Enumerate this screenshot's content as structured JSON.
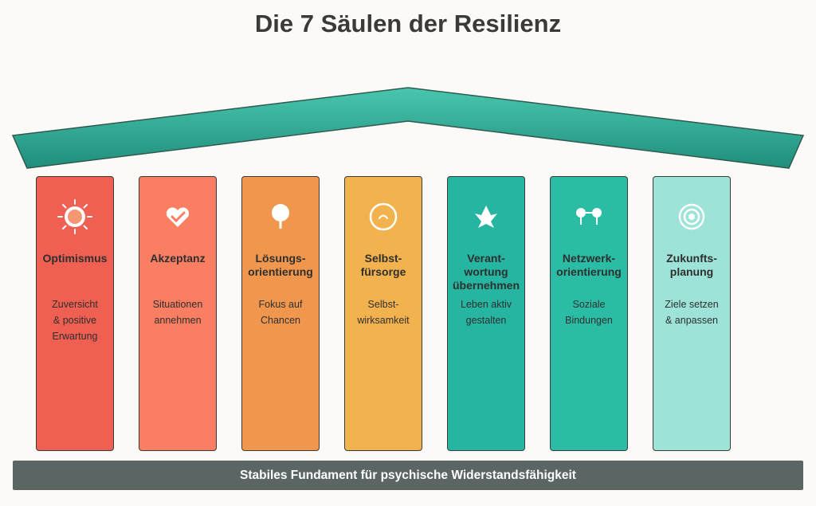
{
  "title": "Die 7 Säulen der Resilienz",
  "colors": {
    "roof": "#2aa891",
    "foundation": "#5b6564"
  },
  "pillars": [
    {
      "name": "Optimismus",
      "desc": "Zuversicht\n& positive\nErwartung",
      "color": "#ef5f52",
      "icon": "sun-icon"
    },
    {
      "name": "Akzeptanz",
      "desc": "Situationen\nannehmen",
      "color": "#f97e62",
      "icon": "heart-check-icon"
    },
    {
      "name": "Lösungs-\norientierung",
      "desc": "Fokus auf\nChancen",
      "color": "#f0974d",
      "icon": "lightbulb-icon"
    },
    {
      "name": "Selbst-\nfürsorge",
      "desc": "Selbst-\nwirksamkeit",
      "color": "#f2b24e",
      "icon": "smile-icon"
    },
    {
      "name": "Verant-\nwortung\nübernehmen",
      "desc": "Leben aktiv\ngestalten",
      "color": "#26b5a0",
      "icon": "hands-icon"
    },
    {
      "name": "Netzwerk-\norientierung",
      "desc": "Soziale\nBindungen",
      "color": "#2bbca5",
      "icon": "network-icon"
    },
    {
      "name": "Zukunfts-\nplanung",
      "desc": "Ziele setzen\n& anpassen",
      "color": "#9de3d7",
      "icon": "target-icon"
    }
  ],
  "foundation": "Stabiles Fundament für psychische Widerstandsfähigkeit"
}
